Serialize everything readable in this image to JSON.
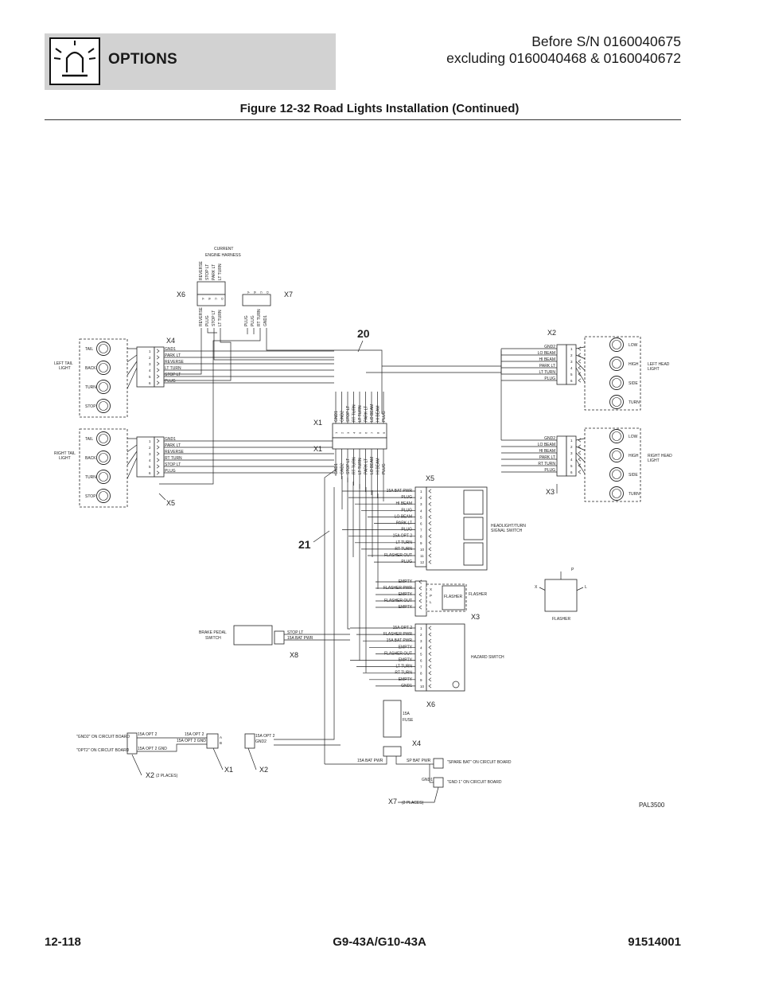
{
  "header": {
    "section_title": "OPTIONS",
    "serial_line_1": "Before S/N 0160040675",
    "serial_line_2": "excluding 0160040468 & 0160040672",
    "icon": "beacon-light-icon"
  },
  "figure_title": "Figure 12-32 Road Lights Installation (Continued)",
  "footer": {
    "page_number": "12-118",
    "model": "G9-43A/G10-43A",
    "doc_number": "91514001"
  },
  "diagram": {
    "drawing_number": "PAL3500",
    "callouts": {
      "c20": "20",
      "c21": "21"
    },
    "current_harness": {
      "line1": "CURRENT",
      "line2": "ENGINE HARNESS",
      "wires": [
        "REVERSE",
        "STOP LT",
        "PARK LT",
        "LT TURN"
      ]
    },
    "x6_top": {
      "label": "X6",
      "pins": [
        "A",
        "B",
        "C",
        "D"
      ],
      "wires": [
        "REVERSE",
        "PLUG",
        "STOP LT",
        "LT TURN"
      ]
    },
    "x7_top": {
      "label": "X7",
      "pins": [
        "A",
        "B",
        "C",
        "D"
      ],
      "wires": [
        "PLUG",
        "PLUG",
        "RT TURN",
        "GND1"
      ]
    },
    "left_tail": {
      "label1": "LEFT TAIL",
      "label2": "LIGHT",
      "connector": "X4",
      "lamps": [
        "TAIL",
        "BACK",
        "TURN",
        "STOP"
      ]
    },
    "right_tail": {
      "label1": "RIGHT TAIL",
      "label2": "LIGHT",
      "connector": "X5",
      "lamps": [
        "TAIL",
        "BACK",
        "TURN",
        "STOP"
      ]
    },
    "tail_pins": [
      "1",
      "2",
      "3",
      "4",
      "5",
      "6"
    ],
    "tail_wires": [
      "GND1",
      "PARK LT",
      "REVERSE",
      "LT TURN",
      "STOP LT",
      "PLUG"
    ],
    "right_tail_wires": [
      "GND1",
      "PARK LT",
      "REVERSE",
      "RT TURN",
      "STOP LT",
      "PLUG"
    ],
    "x1": {
      "label": "X1",
      "pins": [
        "1",
        "2",
        "3",
        "4",
        "5",
        "6",
        "7",
        "8",
        "9"
      ],
      "wires": [
        "GND1",
        "GND2",
        "STOP LT",
        "RT TURN",
        "LT TURN",
        "PARK LT",
        "LO BEAM",
        "HI BEAM",
        "PLUG"
      ]
    },
    "left_head": {
      "label1": "LEFT HEAD",
      "label2": "LIGHT",
      "connector": "X2",
      "lamps": [
        "LOW",
        "HIGH",
        "SIDE",
        "TURN"
      ]
    },
    "right_head": {
      "label1": "RIGHT HEAD",
      "label2": "LIGHT",
      "connector": "X3",
      "lamps": [
        "LOW",
        "HIGH",
        "SIDE",
        "TURN"
      ]
    },
    "head_wires": [
      "GND2",
      "LO BEAM",
      "HI BEAM",
      "PARK LT",
      "LT TURN",
      "PLUG"
    ],
    "right_head_wires": [
      "GND2",
      "LO BEAM",
      "HI BEAM",
      "PARK LT",
      "RT TURN",
      "PLUG"
    ],
    "headlight_switch": {
      "connector": "X5",
      "label1": "HEADLIGHT/TURN",
      "label2": "SIGNAL SWITCH",
      "pins": [
        "1",
        "2",
        "3",
        "4",
        "5",
        "6",
        "7",
        "8",
        "9",
        "10",
        "11",
        "12"
      ],
      "wires": [
        "15A BAT PWR",
        "PLUG",
        "HI BEAM",
        "PLUG",
        "LO BEAM",
        "PARK LT",
        "PLUG",
        "15A OPT 2",
        "LT TURN",
        "RT TURN",
        "FLASHER OUT",
        "PLUG"
      ]
    },
    "flasher": {
      "connector": "X3",
      "label": "FLASHER",
      "module": "FLASHER",
      "pins": [
        "X",
        "P",
        "L"
      ],
      "wires": [
        "EMPTY",
        "FLASHER PWR",
        "EMPTY",
        "FLASHER OUT",
        "EMPTY"
      ]
    },
    "flasher_symbol": {
      "label": "FLASHER",
      "pins": [
        "P",
        "X",
        "L"
      ]
    },
    "hazard_switch": {
      "connector": "X6",
      "label": "HAZARD SWITCH",
      "pins": [
        "1",
        "2",
        "3",
        "4",
        "5",
        "6",
        "7",
        "8",
        "9",
        "10"
      ],
      "wires": [
        "15A OPT 2",
        "FLASHER PWR",
        "15A BAT PWR",
        "EMPTY",
        "FLASHER OUT",
        "EMPTY",
        "LT TURN",
        "RT TURN",
        "EMPTY",
        "GND1"
      ]
    },
    "brake_switch": {
      "connector": "X8",
      "label1": "BRAKE PEDAL",
      "label2": "SWITCH",
      "wires": [
        "STOP LT",
        "15A BAT PWR"
      ]
    },
    "fuse": {
      "label1": "15A",
      "label2": "FUSE",
      "connector": "X4",
      "wire": "15A BAT PWR"
    },
    "spare_bat": {
      "wire": "SP BAT PWR",
      "label": "\"SPARE BAT\" ON CIRCUIT BOARD"
    },
    "gnd1_board": {
      "wire": "GND1",
      "label": "\"GND 1\" ON CIRCUIT BOARD",
      "connector": "X7",
      "note": "(2 PLACES)"
    },
    "opt2_board": {
      "label_a": "\"GND2\" ON CIRCUIT BOARD",
      "label_b": "\"OPT2\" ON CIRCUIT BOARD",
      "wire_a": "15A OPT 2",
      "wire_b": "15A OPT 2 GND",
      "connector": "X2",
      "note": "(2 PLACES)"
    },
    "x1_bottom": {
      "label": "X1",
      "pins": [
        "A",
        "B"
      ],
      "wires": [
        "15A OPT 2",
        "15A OPT 2 GND"
      ]
    },
    "x2_bottom": {
      "label": "X2",
      "wires": [
        "15A OPT 2",
        "GND2"
      ]
    }
  }
}
